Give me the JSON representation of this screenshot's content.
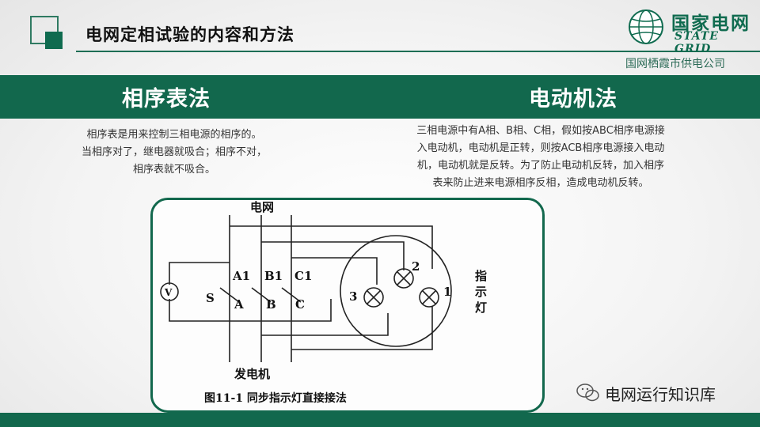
{
  "slide_title": "电网定相试验的内容和方法",
  "logo": {
    "name": "国家电网",
    "english": "STATE GRID"
  },
  "company": "国网栖霞市供电公司",
  "left": {
    "heading": "相序表法",
    "lines": [
      "相序表是用来控制三相电源的相序的。",
      "当相序对了，继电器就吸合；相序不对，",
      "相序表就不吸合。"
    ]
  },
  "right": {
    "heading": "电动机法",
    "lines": [
      "三相电源中有A相、B相、C相，假如按ABC相序电源接",
      "入电动机，电动机是正转，则按ACB相序电源接入电动",
      "机，电动机就是反转。为了防止电动机反转，加入相序",
      "表来防止进来电源相序反相，造成电动机反转。"
    ]
  },
  "diagram": {
    "top_label": "电网",
    "bottom_label": "发电机",
    "caption": "图11-1  同步指示灯直接接法",
    "upper_terminals": [
      "A1",
      "B1",
      "C1"
    ],
    "lower_terminals": [
      "A",
      "B",
      "C"
    ],
    "switch_label": "S",
    "meter_label": "V",
    "lamp_numbers": [
      "1",
      "2",
      "3"
    ],
    "lamp_label": [
      "指",
      "示",
      "灯"
    ]
  },
  "watermark": "电网运行知识库",
  "colors": {
    "brand_green": "#12684d"
  }
}
